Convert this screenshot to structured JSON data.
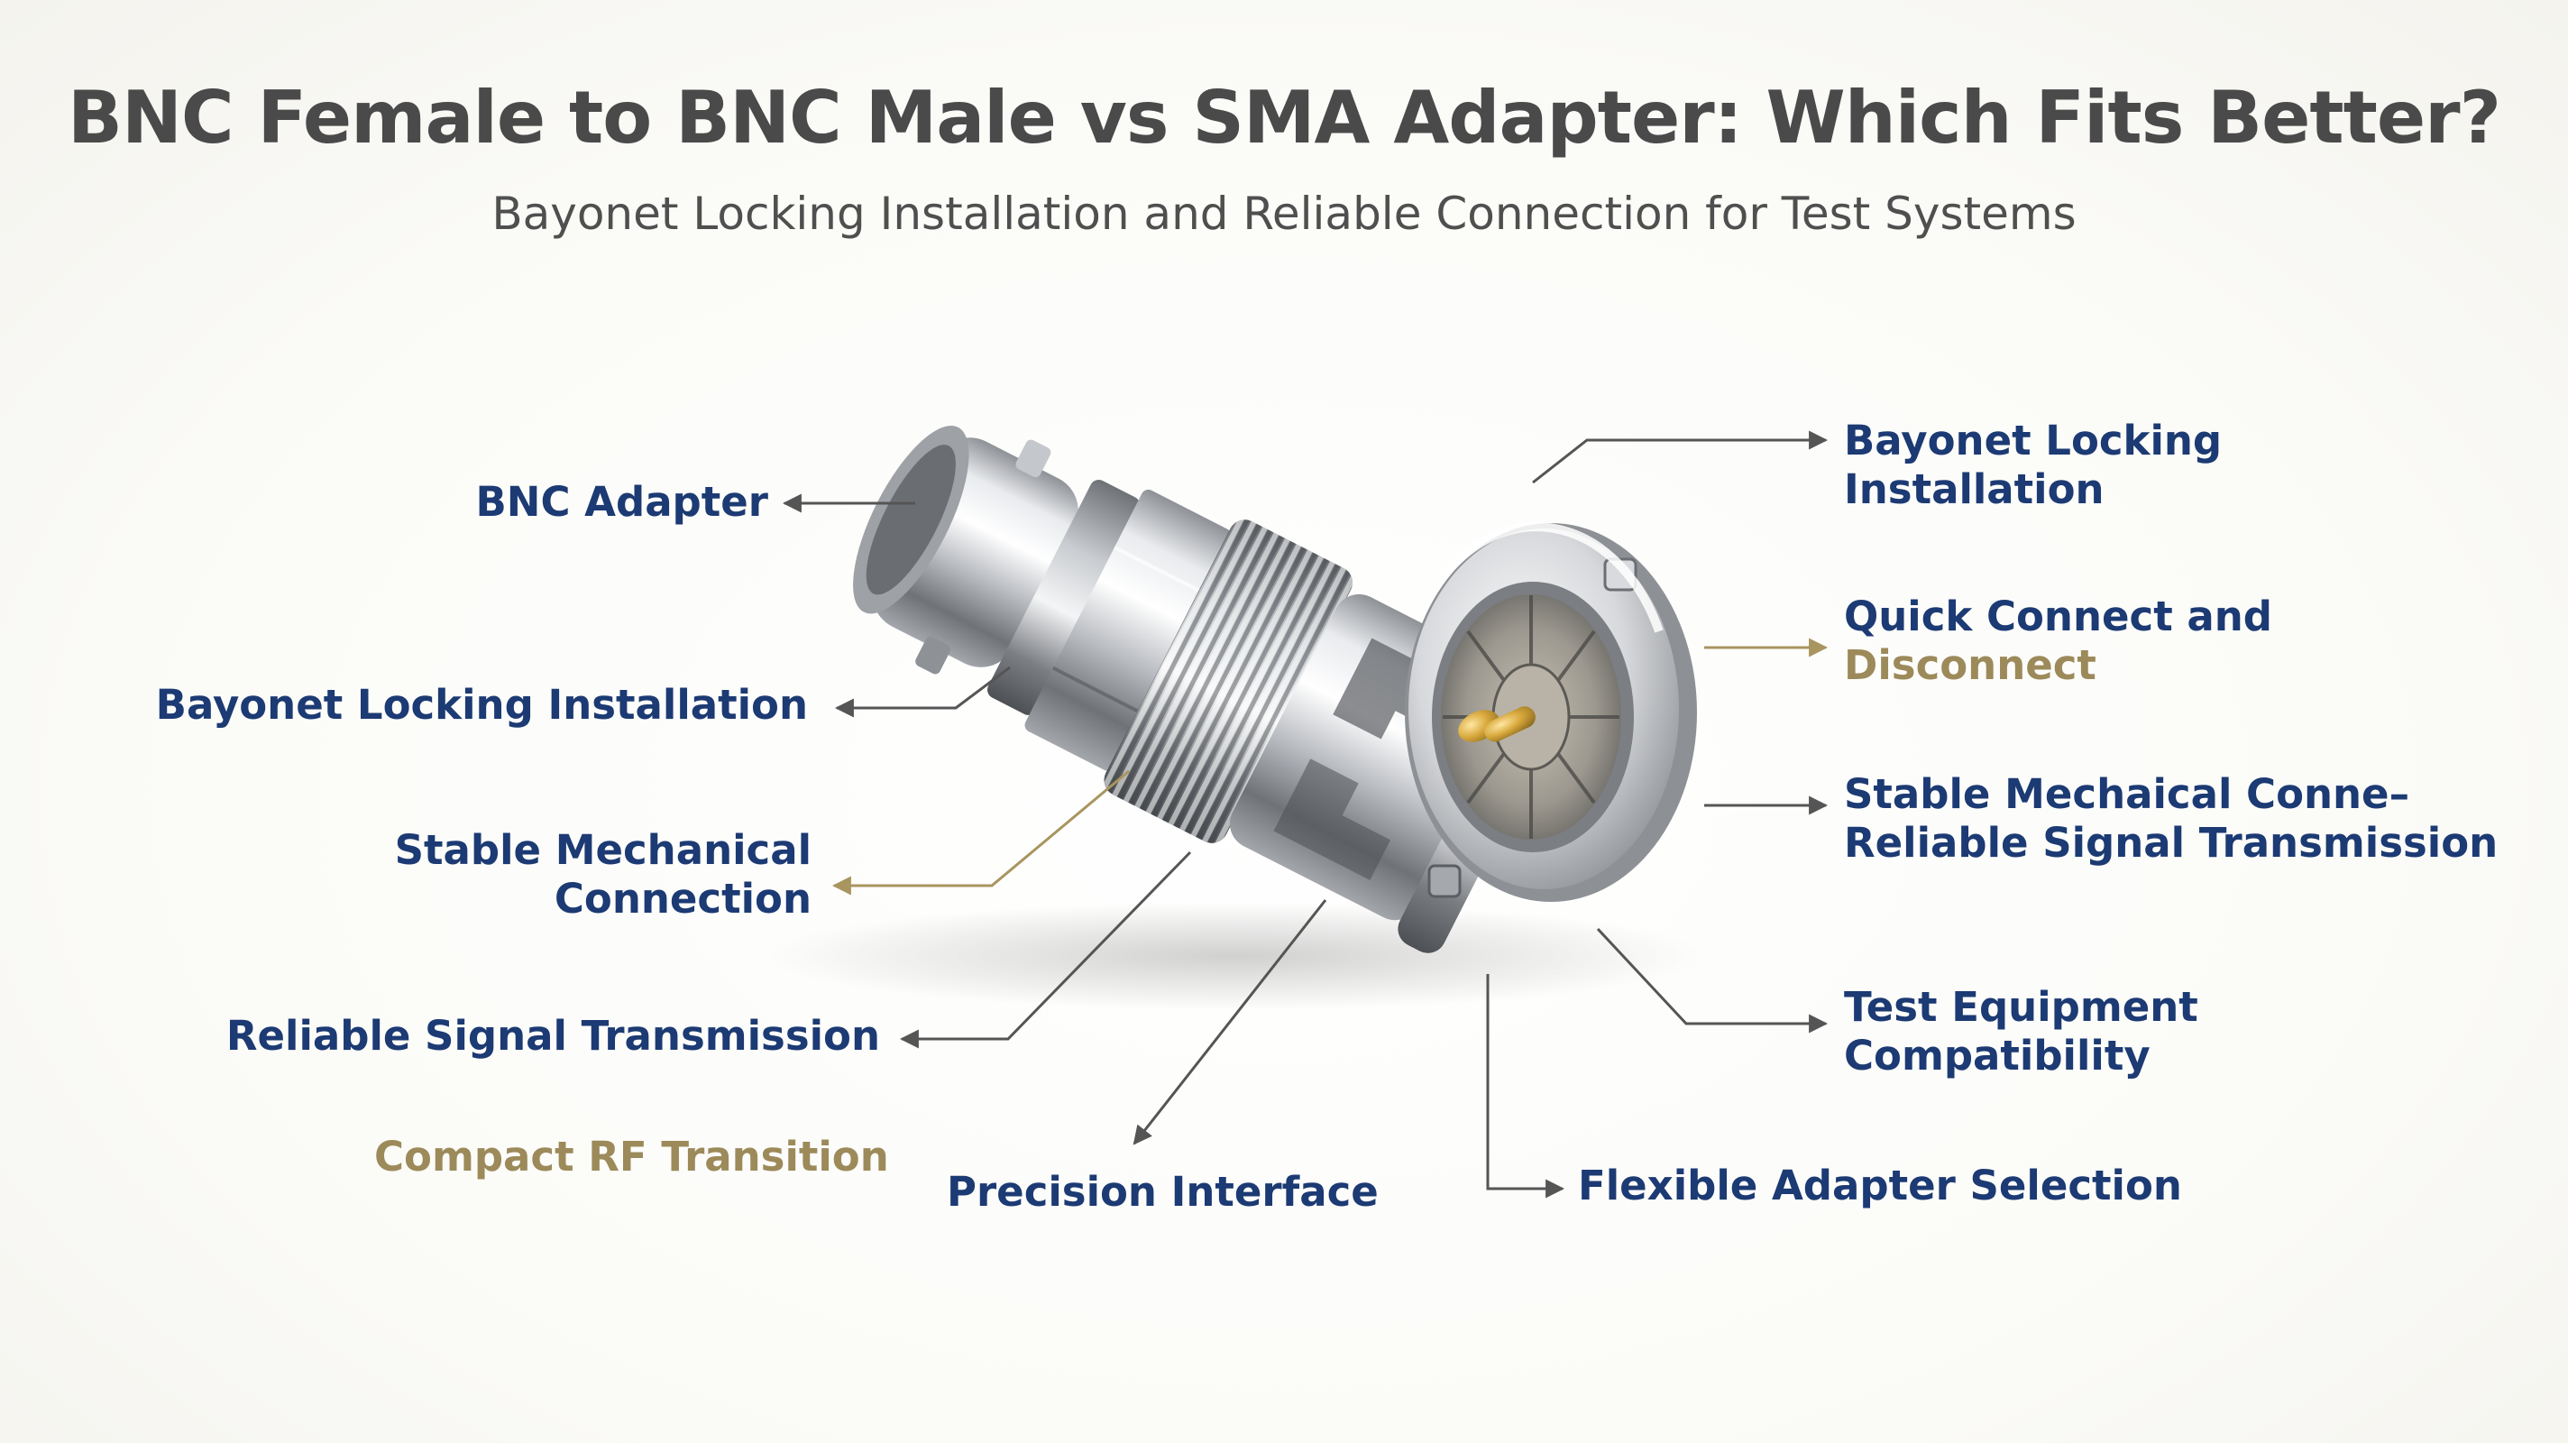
{
  "title": "BNC Female to BNC Male vs SMA Adapter: Which Fits Better?",
  "subtitle": "Bayonet Locking Installation and Reliable Connection for Test Systems",
  "labels": {
    "bnc_adapter": "BNC Adapter",
    "bayonet_left": "Bayonet Locking Installation",
    "stable_left_1": "Stable Mechanical",
    "stable_left_2": "Connection",
    "reliable_left": "Reliable Signal Transmission",
    "compact_rf": "Compact RF Transition",
    "precision": "Precision Interface",
    "bayonet_right_1": "Bayonet Locking",
    "bayonet_right_2": "Installation",
    "quick_1": "Quick Connect and",
    "quick_2": "Disconnect",
    "stable_right_1": "Stable Mechaical Conne–",
    "stable_right_2": "Reliable Signal Transmission",
    "test_1": "Test Equipment",
    "test_2": "Compatibility",
    "flexible": "Flexible Adapter Selection"
  },
  "colors": {
    "navy": "#1c3a73",
    "gold": "#9c8a5a",
    "title": "#4a4a4a",
    "leader": "#555555"
  }
}
